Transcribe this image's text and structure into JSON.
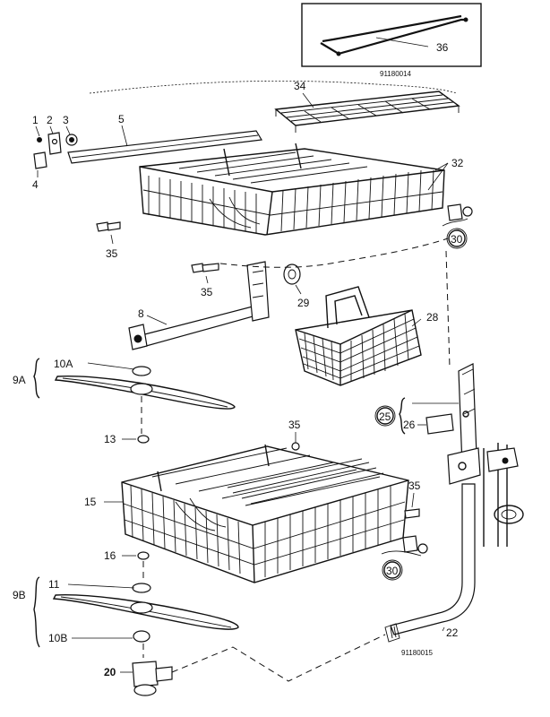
{
  "diagram": {
    "drawing_codes": {
      "inset": "91180014",
      "main": "91180015"
    },
    "labels": {
      "p1": "1",
      "p2": "2",
      "p3": "3",
      "p4": "4",
      "p5": "5",
      "p8": "8",
      "p9a": "9A",
      "p9b": "9B",
      "p10a": "10A",
      "p10b": "10B",
      "p11": "11",
      "p13": "13",
      "p15": "15",
      "p16": "16",
      "p20": "20",
      "p22": "22",
      "p25": "25",
      "p26": "26",
      "p28": "28",
      "p29": "29",
      "p30a": "30",
      "p30b": "30",
      "p32": "32",
      "p34": "34",
      "p35a": "35",
      "p35b": "35",
      "p35c": "35",
      "p35d": "35",
      "p36": "36"
    }
  }
}
